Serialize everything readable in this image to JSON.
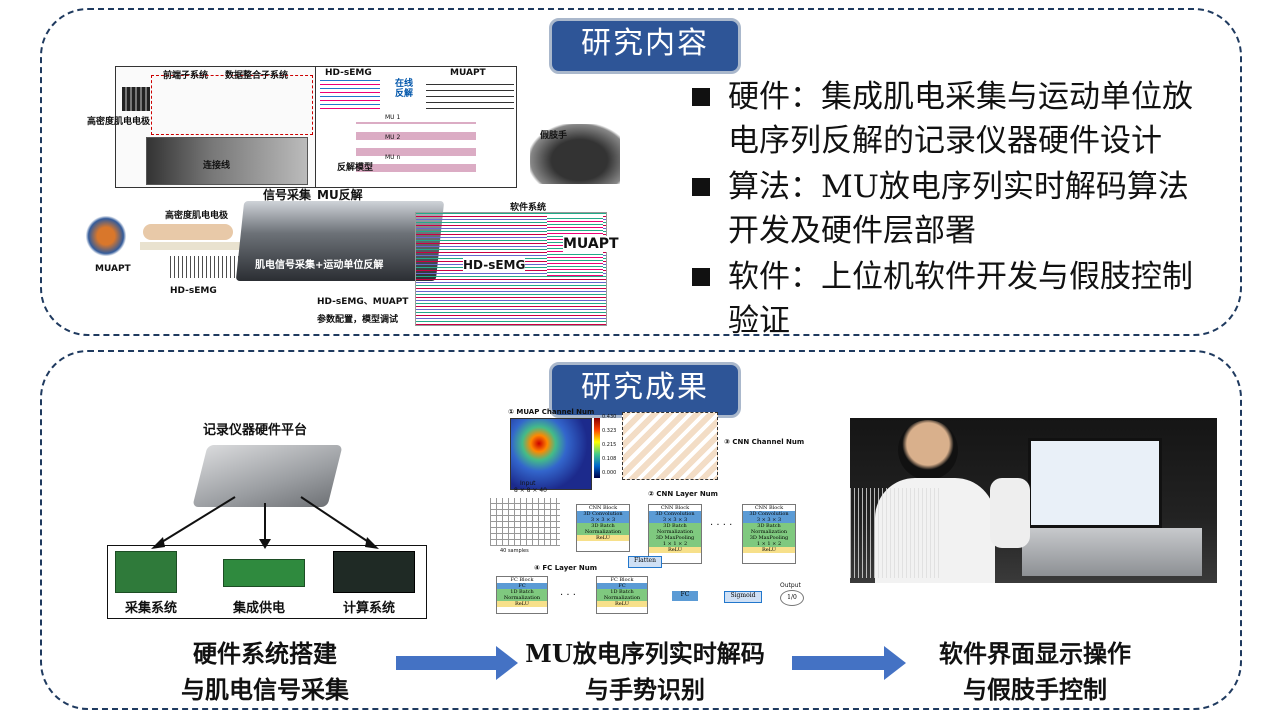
{
  "top": {
    "badge": "研究内容",
    "bullets": [
      {
        "line1": "硬件：集成肌电采集与运动单位放",
        "line2": "电序列反解的记录仪器硬件设计"
      },
      {
        "line1": "算法：MU放电序列实时解码算法",
        "line2": "开发及硬件层部署"
      },
      {
        "line1": "软件：上位机软件开发与假肢控制",
        "line2": "验证"
      }
    ],
    "figure": {
      "pre_subsystem": "前端子系统",
      "data_subsystem": "数据整合子系统",
      "electrode": "高密度肌电电极",
      "cable": "连接线",
      "hdsemg_top": "HD-sEMG",
      "muapt_top": "MUAPT",
      "online": "在线",
      "inverse": "反解",
      "model": "反解模型",
      "mu1": "MU 1",
      "mu2": "MU 2",
      "mun": "MU n",
      "sig_acq": "信号采集",
      "mu_inv": "MU反解",
      "electrode2": "高密度肌电电极",
      "muapt_left": "MUAPT",
      "hdsemg_left": "HD-sEMG",
      "device_label": "肌电信号采集+运动单位反解",
      "out1": "HD-sEMG、MUAPT",
      "out2": "参数配置，模型调试",
      "software": "软件系统",
      "hdsemg_sw": "HD-sEMG",
      "muapt_sw": "MUAPT",
      "prosthesis": "假肢手"
    }
  },
  "bottom": {
    "badge": "研究成果",
    "hw": {
      "title": "记录仪器硬件平台",
      "b1": "采集系统",
      "b2": "集成供电",
      "b3": "计算系统"
    },
    "nn": {
      "ch": "① MUAP Channel Num",
      "cnn_ch": "③ CNN Channel Num",
      "layer": "② CNN Layer Num",
      "fc": "④ FC Layer Num",
      "input": "Input",
      "input_dim": "8 × 8 × 40",
      "samples": "40 samples",
      "cb": "CNN Block",
      "conv": "3D Convolution",
      "k": "3 × 3 × 3",
      "bn": "3D Batch Normalization",
      "relu": "ReLU",
      "pool": "3D MaxPooling",
      "pk": "1 × 1 × 2",
      "flatten": "Flatten",
      "fcb": "FC Block",
      "fcl": "FC",
      "bn1": "1D Batch Normalization",
      "sig": "Sigmoid",
      "out": "Output",
      "o": "1/0",
      "cb1": "0.430",
      "cb2": "0.323",
      "cb3": "0.215",
      "cb4": "0.108",
      "cb5": "0.000"
    },
    "captions": [
      {
        "l1": "硬件系统搭建",
        "l2": "与肌电信号采集"
      },
      {
        "l1": "MU放电序列实时解码",
        "l2": "与手势识别"
      },
      {
        "l1": "软件界面显示操作",
        "l2": "与假肢手控制"
      }
    ]
  },
  "colors": {
    "accent": "#2e5597",
    "border": "#1f3a5f",
    "arrow": "#4472c4"
  }
}
